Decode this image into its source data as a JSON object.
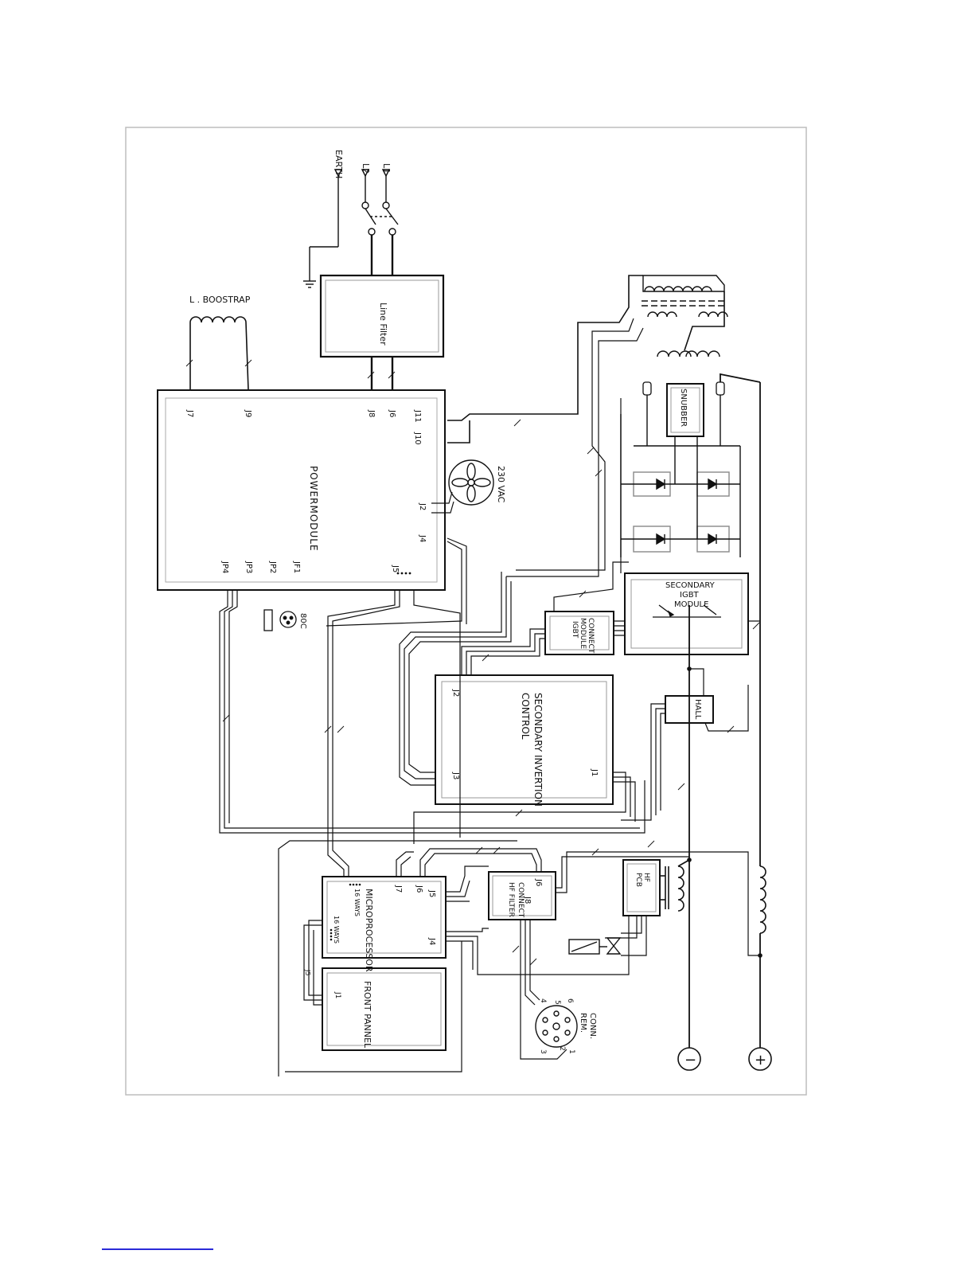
{
  "labels": {
    "earth": "EARTH",
    "l2": "L2",
    "l1": "L1",
    "line_filter": "Line Filter",
    "l_boostrap": "L . BOOSTRAP",
    "powermodule": "POWERMODULE",
    "j7": "J7",
    "j9": "J9",
    "j8": "J8",
    "j6": "J6",
    "j11": "J11",
    "j10": "J10",
    "j2": "J2",
    "j4": "J4",
    "j5": "J5",
    "jp4": "JP4",
    "jp3": "JP3",
    "jp2": "JP2",
    "jf1": "JF1",
    "fan_voltage": "230 VAC",
    "temp_sensor": "80C",
    "snubber": "SNUBBER",
    "secondary_igbt_line1": "SECONDARY",
    "secondary_igbt_line2": "IGBT",
    "secondary_igbt_line3": "MODULE",
    "connect_module_line1": "CONNECT",
    "connect_module_line2": "MODULE",
    "connect_module_line3": "IGBT",
    "sec_inv_line1": "SECONDARY  INVERTION",
    "sec_inv_line2": "CONTROL",
    "sic_j2": "J2",
    "sic_j3": "J3",
    "sic_j1": "J1",
    "hall": "HALL",
    "microprocessor": "MICROPROCESSOR",
    "ways_16_a": "16 WAYS",
    "ways_16_b": "16 WAYS",
    "mp_j7": "J7",
    "mp_j6": "J6",
    "mp_j5": "J5",
    "mp_j4": "J4",
    "front_pannel": "FRONT PANNEL",
    "fp_j1": "J1",
    "fp_j5": "J5",
    "connect_hf_line1": "CONNECT",
    "connect_hf_line2": "HF FILTER",
    "hf_j6": "J6",
    "hf_j8": "J8",
    "hf_pcb_line1": "HF",
    "hf_pcb_line2": "PCB",
    "conn_rem_line1": "CONN.",
    "conn_rem_line2": "REM.",
    "pin_1": "1",
    "pin_2": "2",
    "pin_3": "3",
    "pin_4": "4",
    "pin_5": "5",
    "pin_6": "6",
    "minus": "−",
    "plus": "+"
  }
}
